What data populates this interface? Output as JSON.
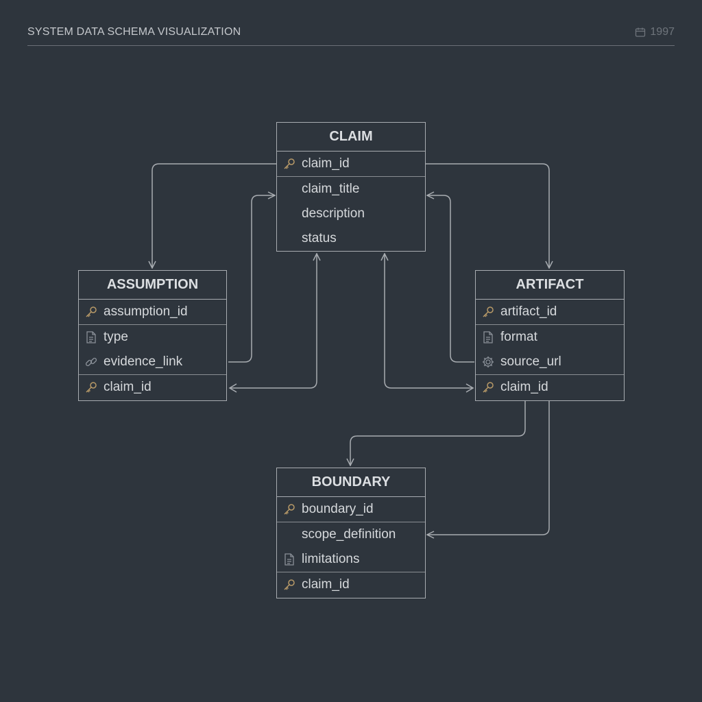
{
  "header": {
    "title": "SYSTEM DATA SCHEMA VISUALIZATION",
    "year": "1997"
  },
  "colors": {
    "background": "#2e353d",
    "line": "#a9adb2",
    "text": "#d6d9dc",
    "key_icon": "#b89a68",
    "icon": "#8a9098"
  },
  "entities": {
    "claim": {
      "title": "CLAIM",
      "fields": [
        {
          "name": "claim_id",
          "icon": "key-icon"
        },
        {
          "name": "claim_title",
          "icon": ""
        },
        {
          "name": "description",
          "icon": ""
        },
        {
          "name": "status",
          "icon": ""
        }
      ]
    },
    "assumption": {
      "title": "ASSUMPTION",
      "fields": [
        {
          "name": "assumption_id",
          "icon": "key-icon"
        },
        {
          "name": "type",
          "icon": "document-icon"
        },
        {
          "name": "evidence_link",
          "icon": "link-icon"
        },
        {
          "name": "claim_id",
          "icon": "key-icon"
        }
      ]
    },
    "artifact": {
      "title": "ARTIFACT",
      "fields": [
        {
          "name": "artifact_id",
          "icon": "key-icon"
        },
        {
          "name": "format",
          "icon": "document-icon"
        },
        {
          "name": "source_url",
          "icon": "gear-icon"
        },
        {
          "name": "claim_id",
          "icon": "key-icon"
        }
      ]
    },
    "boundary": {
      "title": "BOUNDARY",
      "fields": [
        {
          "name": "boundary_id",
          "icon": "key-icon"
        },
        {
          "name": "scope_definition",
          "icon": ""
        },
        {
          "name": "limitations",
          "icon": "document-icon"
        },
        {
          "name": "claim_id",
          "icon": "key-icon"
        }
      ]
    }
  }
}
